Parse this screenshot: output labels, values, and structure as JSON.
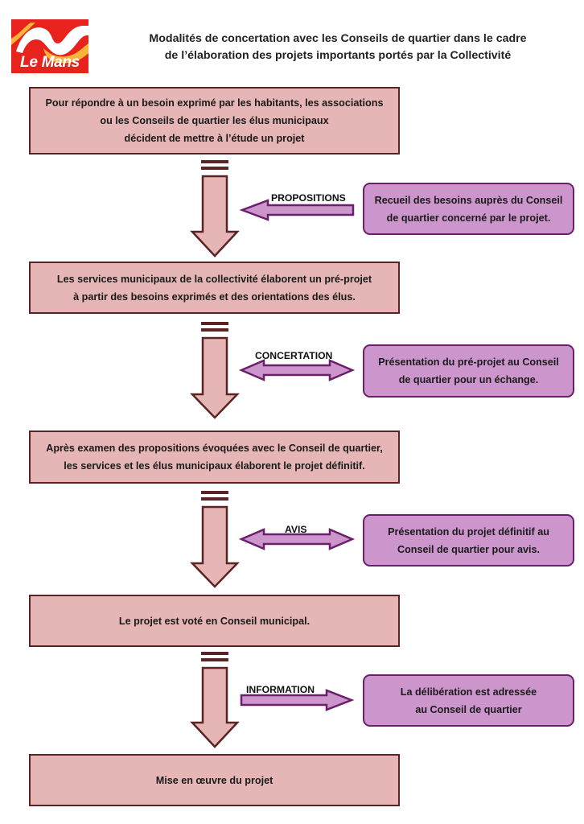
{
  "logo": {
    "text": "Le Mans"
  },
  "title": {
    "line1": "Modalités de concertation avec les Conseils de quartier dans le cadre",
    "line2": "de l’élaboration des projets importants portés par la Collectivité"
  },
  "steps": [
    {
      "lines": [
        "Pour répondre à un besoin exprimé par les habitants, les associations",
        "ou les Conseils de quartier les élus municipaux",
        "décident de mettre à l’étude un projet"
      ]
    },
    {
      "lines": [
        "Les services municipaux de la collectivité élaborent un pré-projet",
        "à partir des besoins exprimés et des orientations des élus."
      ]
    },
    {
      "lines": [
        "Après examen des propositions évoquées avec le Conseil de quartier,",
        "les services et les élus municipaux élaborent le projet définitif."
      ]
    },
    {
      "lines": [
        "Le projet est voté en Conseil municipal."
      ]
    },
    {
      "lines": [
        "Mise en œuvre du projet"
      ]
    }
  ],
  "interactions": [
    {
      "label": "PROPOSITIONS",
      "direction": "left",
      "lines": [
        "Recueil des besoins auprès du Conseil",
        "de quartier concerné par le projet."
      ]
    },
    {
      "label": "CONCERTATION",
      "direction": "both",
      "lines": [
        "Présentation du pré-projet au Conseil",
        "de quartier pour un échange."
      ]
    },
    {
      "label": "AVIS",
      "direction": "both",
      "lines": [
        "Présentation du projet définitif au",
        "Conseil de quartier pour avis."
      ]
    },
    {
      "label": "INFORMATION",
      "direction": "right",
      "lines": [
        "La délibération est adressée",
        "au Conseil de quartier"
      ]
    }
  ],
  "colors": {
    "step_fill": "#e6b5b5",
    "step_border": "#5a2424",
    "council_fill": "#cc95cc",
    "council_border": "#6b1e6b",
    "logo_red": "#e8231e"
  }
}
